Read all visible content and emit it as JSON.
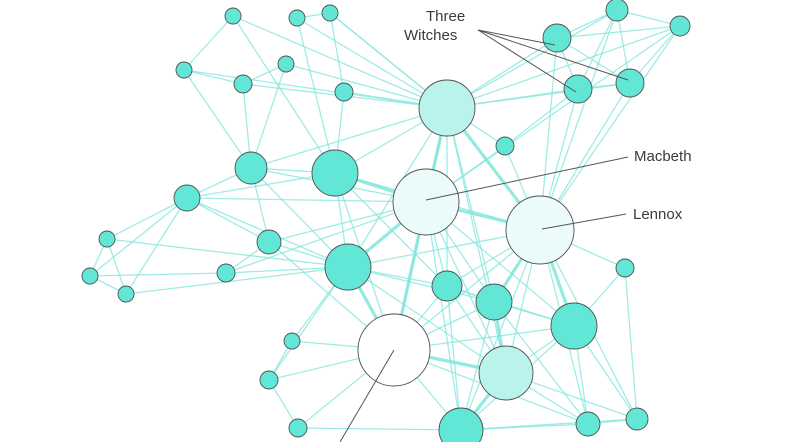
{
  "labels": {
    "three_witches_line1": "Three",
    "three_witches_line2": "Witches",
    "macbeth": "Macbeth",
    "lennox": "Lennox"
  },
  "colors": {
    "edge": "#7fe6dc",
    "node_fill": "#62e6d6",
    "node_fill_light": "#b9f3ec",
    "node_fill_pale": "#eafbf9",
    "node_fill_white": "#ffffff",
    "node_stroke": "#4f4f4f",
    "leader_line": "#555555",
    "text": "#3a3a3a"
  }
}
